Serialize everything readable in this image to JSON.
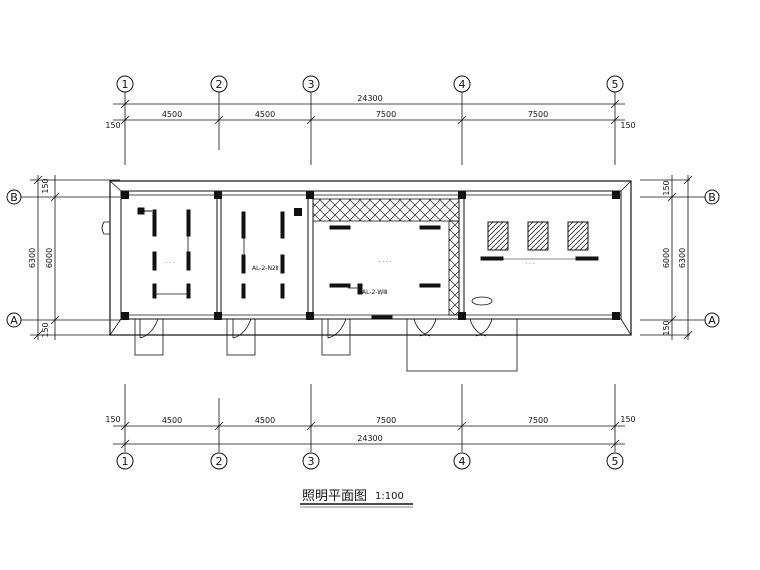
{
  "drawing": {
    "axes_x": [
      "1",
      "2",
      "3",
      "4",
      "5"
    ],
    "axes_y": [
      "B",
      "A"
    ],
    "top_spans": [
      "4500",
      "4500",
      "7500",
      "7500"
    ],
    "top_total": "24300",
    "top_edge": "150",
    "bottom_spans": [
      "4500",
      "4500",
      "7500",
      "7500"
    ],
    "bottom_total": "24300",
    "bottom_edge": "150",
    "left_total": "6300",
    "left_inner": "6000",
    "left_edge_top": "150",
    "left_edge_bottom": "150",
    "right_total": "6300",
    "right_inner": "6000",
    "right_edge_top": "150",
    "right_edge_bottom": "150",
    "circuit_labels": [
      "AL-2-N2Ⅱ",
      "AL-2-WⅢ"
    ],
    "title": "照明平面图",
    "scale": "1:100"
  }
}
